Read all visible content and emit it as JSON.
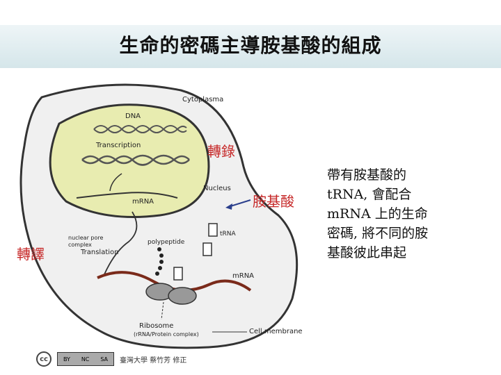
{
  "title": "生命的密碼主導胺基酸的組成",
  "diagram": {
    "labels": {
      "cytoplasma": "Cytoplasma",
      "dna": "DNA",
      "transcription": "Transcription",
      "nucleus": "Nucleus",
      "mrna_nucleus": "mRNA",
      "nuclear_pore": "nuclear pore",
      "complex": "complex",
      "translation": "Translation",
      "polypeptide": "polypeptide",
      "trna": "tRNA",
      "mrna_cyto": "mRNA",
      "ribosome": "Ribosome",
      "ribosome_sub": "(rRNA/Protein complex)",
      "cell_membrane": "Cell membrane"
    },
    "annotations": {
      "transcription_zh": "轉錄",
      "amino_acid_zh": "胺基酸",
      "translation_zh": "轉譯"
    }
  },
  "description": [
    "帶有胺基酸的",
    "tRNA, 會配合",
    "mRNA 上的生命",
    "密碼, 將不同的胺",
    "基酸彼此串起"
  ],
  "footer": {
    "cc_badge": [
      "BY",
      "NC",
      "SA"
    ],
    "credit": "臺灣大學 蔡竹芳 修正"
  },
  "colors": {
    "nucleus_fill": "#e8ecb0",
    "membrane": "#333333",
    "annotation": "#c62828",
    "title_band": "#d5e6ea"
  }
}
